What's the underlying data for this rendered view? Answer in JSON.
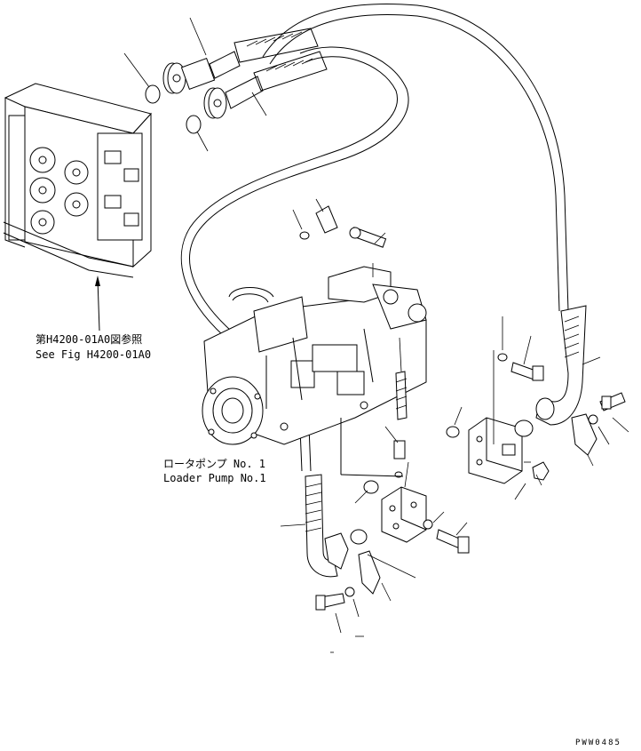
{
  "labels": {
    "ref_jp": "第H4200-01A0図参照",
    "ref_en": "See Fig H4200-01A0",
    "pump_jp": "ロータポンプ  No. 1",
    "pump_en": "Loader Pump No.1",
    "drawing_code": "PWW0485"
  }
}
